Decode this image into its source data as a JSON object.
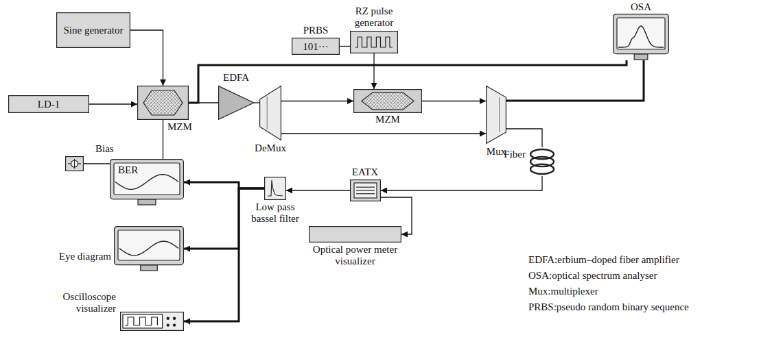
{
  "diagram": {
    "nodes": [
      {
        "text": [
          "Sine generator"
        ]
      },
      {
        "text": [
          "LD-1"
        ]
      },
      {
        "text": [
          "MZM"
        ]
      },
      {
        "text": [
          "Bias"
        ]
      },
      {
        "text": [
          "EDFA"
        ]
      },
      {
        "text": [
          "DeMux"
        ]
      },
      {
        "text": [
          "PRBS",
          "101···"
        ]
      },
      {
        "text": [
          "RZ pulse generator"
        ]
      },
      {
        "text": [
          "MZM"
        ]
      },
      {
        "text": [
          "Mux"
        ]
      },
      {
        "text": [
          "OSA"
        ]
      },
      {
        "text": [
          "Fiber"
        ]
      },
      {
        "text": [
          "EATX"
        ]
      },
      {
        "text": [
          "Low pass bassel filter"
        ]
      },
      {
        "text": [
          "BER"
        ]
      },
      {
        "text": [
          "Eye diagram"
        ]
      },
      {
        "text": [
          "Oscilloscope visualizer"
        ]
      },
      {
        "text": [
          "Optical power meter visualizer"
        ]
      }
    ],
    "edges": [
      {
        "from": 0,
        "to": 2,
        "arrow": "to"
      },
      {
        "from": 1,
        "to": 2,
        "arrow": "to"
      },
      {
        "from": 3,
        "to": 2,
        "arrow": "none"
      },
      {
        "from": 2,
        "to": 4,
        "arrow": "none"
      },
      {
        "from": 2,
        "to": 10,
        "arrow": "none"
      },
      {
        "from": 4,
        "to": 5,
        "arrow": "none"
      },
      {
        "from": 5,
        "to": 8,
        "arrow": "to"
      },
      {
        "from": 5,
        "to": 9,
        "arrow": "to"
      },
      {
        "from": 6,
        "to": 7,
        "arrow": "none"
      },
      {
        "from": 7,
        "to": 8,
        "arrow": "to"
      },
      {
        "from": 8,
        "to": 9,
        "arrow": "to"
      },
      {
        "from": 9,
        "to": 10,
        "arrow": "none"
      },
      {
        "from": 9,
        "to": 11,
        "arrow": "none"
      },
      {
        "from": 11,
        "to": 12,
        "arrow": "to"
      },
      {
        "from": 12,
        "to": 13,
        "arrow": "to"
      },
      {
        "from": 12,
        "to": 17,
        "arrow": "to"
      },
      {
        "from": 13,
        "to": 14,
        "arrow": "to"
      },
      {
        "from": 13,
        "to": 15,
        "arrow": "to"
      },
      {
        "from": 13,
        "to": 16,
        "arrow": "to"
      }
    ],
    "labels": [
      "EDFA:erbium–doped fiber amplifier",
      "OSA:optical spectrum analyser",
      "Mux:multiplexer",
      "PRBS:pseudo random binary sequence"
    ]
  }
}
